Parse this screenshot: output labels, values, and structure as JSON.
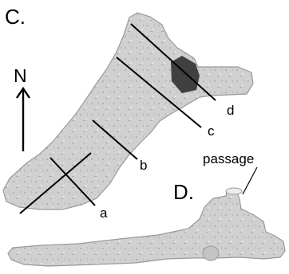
{
  "panels": {
    "c_label": "C.",
    "d_label": "D."
  },
  "compass": {
    "label": "N"
  },
  "cross_sections": [
    "a",
    "b",
    "c",
    "d"
  ],
  "annotation": {
    "passage": "passage"
  },
  "colors": {
    "cave_fill": "#cfcfcf",
    "cave_stroke": "#9a9a9a",
    "shadow": "#404040",
    "lines": "#000000"
  }
}
